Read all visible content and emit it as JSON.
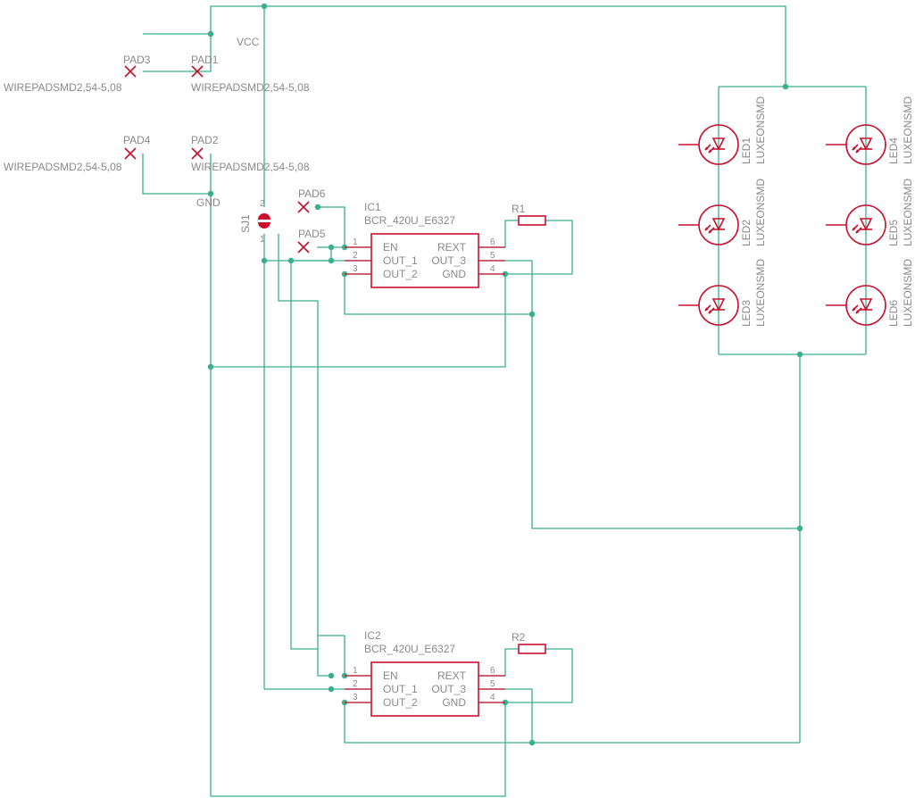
{
  "nets": {
    "vcc": "VCC",
    "gnd": "GND"
  },
  "pads": [
    {
      "name": "PAD3",
      "value": "WIREPADSMD2,54-5,08"
    },
    {
      "name": "PAD1",
      "value": "WIREPADSMD2,54-5,08"
    },
    {
      "name": "PAD4",
      "value": "WIREPADSMD2,54-5,08"
    },
    {
      "name": "PAD2",
      "value": "WIREPADSMD2,54-5,08"
    },
    {
      "name": "PAD6"
    },
    {
      "name": "PAD5"
    }
  ],
  "jumper": {
    "name": "SJ1",
    "pin_top": "2",
    "pin_bottom": "1"
  },
  "ics": [
    {
      "name": "IC1",
      "value": "BCR_420U_E6327",
      "pins_left": [
        {
          "num": "1",
          "label": "EN"
        },
        {
          "num": "2",
          "label": "OUT_1"
        },
        {
          "num": "3",
          "label": "OUT_2"
        }
      ],
      "pins_right": [
        {
          "num": "6",
          "label": "REXT"
        },
        {
          "num": "5",
          "label": "OUT_3"
        },
        {
          "num": "4",
          "label": "GND"
        }
      ]
    },
    {
      "name": "IC2",
      "value": "BCR_420U_E6327",
      "pins_left": [
        {
          "num": "1",
          "label": "EN"
        },
        {
          "num": "2",
          "label": "OUT_1"
        },
        {
          "num": "3",
          "label": "OUT_2"
        }
      ],
      "pins_right": [
        {
          "num": "6",
          "label": "REXT"
        },
        {
          "num": "5",
          "label": "OUT_3"
        },
        {
          "num": "4",
          "label": "GND"
        }
      ]
    }
  ],
  "resistors": [
    {
      "name": "R1"
    },
    {
      "name": "R2"
    }
  ],
  "leds": [
    {
      "name": "LED1",
      "value": "LUXEONSMD"
    },
    {
      "name": "LED2",
      "value": "LUXEONSMD"
    },
    {
      "name": "LED3",
      "value": "LUXEONSMD"
    },
    {
      "name": "LED4",
      "value": "LUXEONSMD"
    },
    {
      "name": "LED5",
      "value": "LUXEONSMD"
    },
    {
      "name": "LED6",
      "value": "LUXEONSMD"
    }
  ]
}
